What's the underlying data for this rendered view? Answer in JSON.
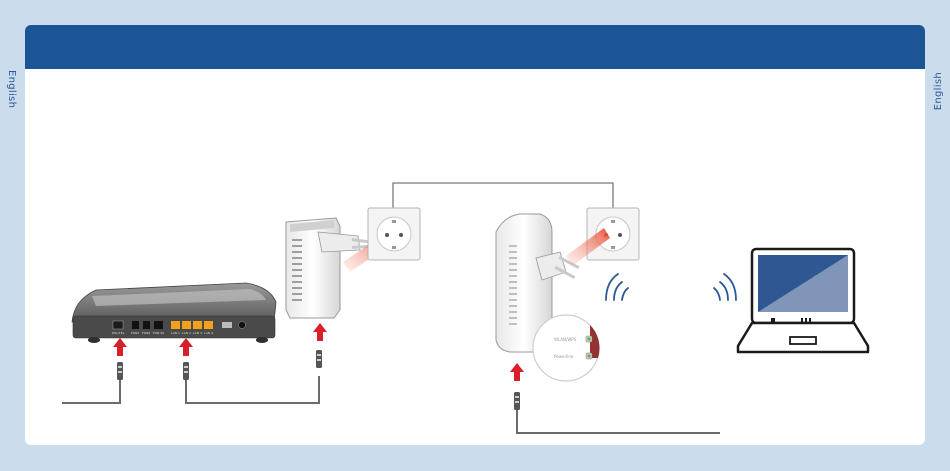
{
  "side_label_left": "English",
  "side_label_right": "English",
  "header": {
    "title": ""
  },
  "router": {
    "port_labels": [
      "DSL/TEL",
      "FON1",
      "FON2",
      "FON S0",
      "LAN 1",
      "LAN 2",
      "LAN 3",
      "LAN 4"
    ]
  },
  "adapter_wlan": {
    "led_labels": [
      "WLAN/WPS",
      "Powerline"
    ]
  },
  "colors": {
    "brand": "#1c5596",
    "arrow": "#d8202a",
    "background": "#cbdcec"
  }
}
